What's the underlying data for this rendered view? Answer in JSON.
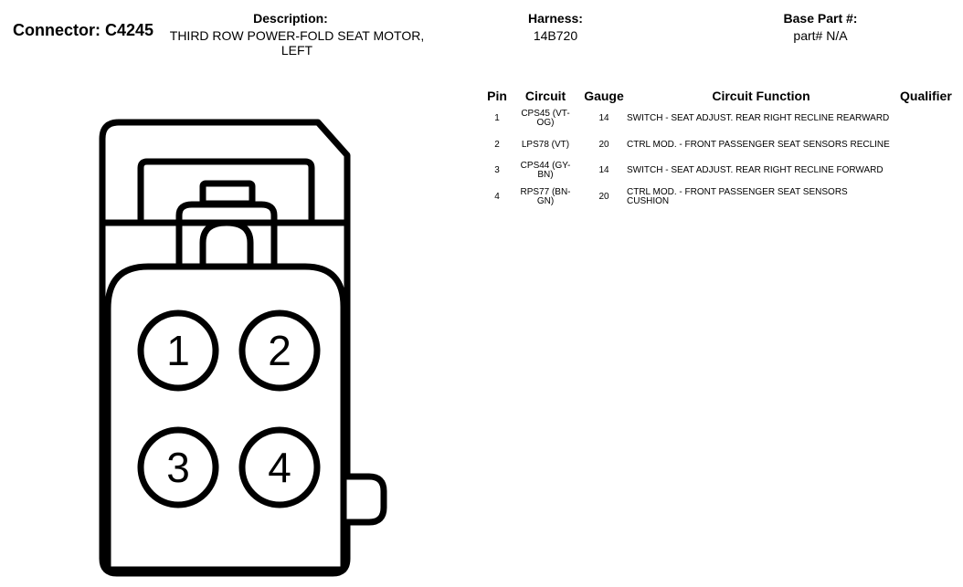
{
  "connector": {
    "label": "Connector: C4245"
  },
  "description": {
    "heading": "Description:",
    "value": "THIRD ROW POWER-FOLD SEAT MOTOR, LEFT"
  },
  "harness": {
    "heading": "Harness:",
    "value": "14B720"
  },
  "base_part": {
    "heading": "Base Part #:",
    "value": "part# N/A"
  },
  "table": {
    "headers": {
      "pin": "Pin",
      "circuit": "Circuit",
      "gauge": "Gauge",
      "function": "Circuit Function",
      "qualifier": "Qualifier"
    },
    "rows": [
      {
        "pin": "1",
        "circuit": "CPS45 (VT-OG)",
        "gauge": "14",
        "function": "SWITCH - SEAT ADJUST. REAR RIGHT RECLINE REARWARD",
        "qualifier": ""
      },
      {
        "pin": "2",
        "circuit": "LPS78 (VT)",
        "gauge": "20",
        "function": "CTRL MOD. - FRONT PASSENGER SEAT SENSORS RECLINE",
        "qualifier": ""
      },
      {
        "pin": "3",
        "circuit": "CPS44 (GY-BN)",
        "gauge": "14",
        "function": "SWITCH - SEAT ADJUST. REAR RIGHT RECLINE FORWARD",
        "qualifier": ""
      },
      {
        "pin": "4",
        "circuit": "RPS77 (BN-GN)",
        "gauge": "20",
        "function": "CTRL MOD. - FRONT PASSENGER SEAT SENSORS CUSHION",
        "qualifier": ""
      }
    ]
  },
  "diagram": {
    "pins": [
      "1",
      "2",
      "3",
      "4"
    ]
  }
}
